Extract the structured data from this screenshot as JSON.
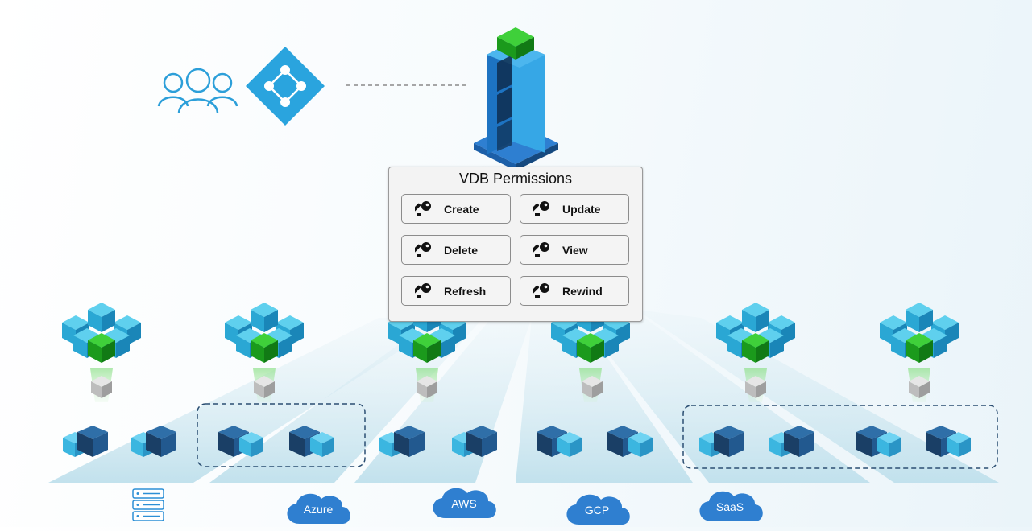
{
  "permissions": {
    "title": "VDB Permissions",
    "buttons": [
      {
        "label": "Create",
        "icon": "key-icon"
      },
      {
        "label": "Update",
        "icon": "key-icon"
      },
      {
        "label": "Delete",
        "icon": "key-icon"
      },
      {
        "label": "View",
        "icon": "key-icon"
      },
      {
        "label": "Refresh",
        "icon": "key-icon"
      },
      {
        "label": "Rewind",
        "icon": "key-icon"
      }
    ]
  },
  "sources": [
    {
      "label": "",
      "icon": "server-icon"
    },
    {
      "label": "Azure",
      "icon": "cloud-icon"
    },
    {
      "label": "AWS",
      "icon": "cloud-icon"
    },
    {
      "label": "GCP",
      "icon": "cloud-icon"
    },
    {
      "label": "SaaS",
      "icon": "cloud-icon"
    }
  ],
  "icons": {
    "users": "users-group-icon",
    "directory": "active-directory-diamond-icon",
    "engine": "data-tower-icon",
    "vdb_cluster": "vdb-cube-cluster-icon",
    "staging": "grey-cube-icon",
    "dsource": "dsource-cube-pair-icon"
  },
  "colors": {
    "cube_light": "#33b5df",
    "cube_dark": "#1f4e79",
    "green": "#1ea01e",
    "azure_diamond": "#2aa4de",
    "cloud": "#2f7fd0",
    "dashed": "#2b4e72",
    "beam": "#cfe6ef"
  }
}
